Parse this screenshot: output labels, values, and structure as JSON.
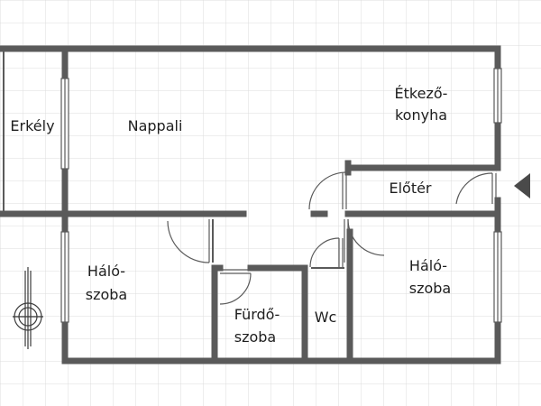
{
  "rooms": {
    "erkely": "Erkély",
    "nappali": "Nappali",
    "etkezo_line1": "Étkező-",
    "etkezo_line2": "konyha",
    "eloter": "Előtér",
    "halo_left_line1": "Háló-",
    "halo_left_line2": "szoba",
    "furdo_line1": "Fürdő-",
    "furdo_line2": "szoba",
    "wc": "Wc",
    "halo_right_line1": "Háló-",
    "halo_right_line2": "szoba"
  },
  "colors": {
    "wall": "#5a5a5a",
    "grid": "#dcdcdc",
    "text": "#1e1e1e",
    "entrance_marker": "#4a4a4a"
  },
  "icons": {
    "entrance": "entrance-arrow-icon",
    "compass": "compass-icon"
  }
}
